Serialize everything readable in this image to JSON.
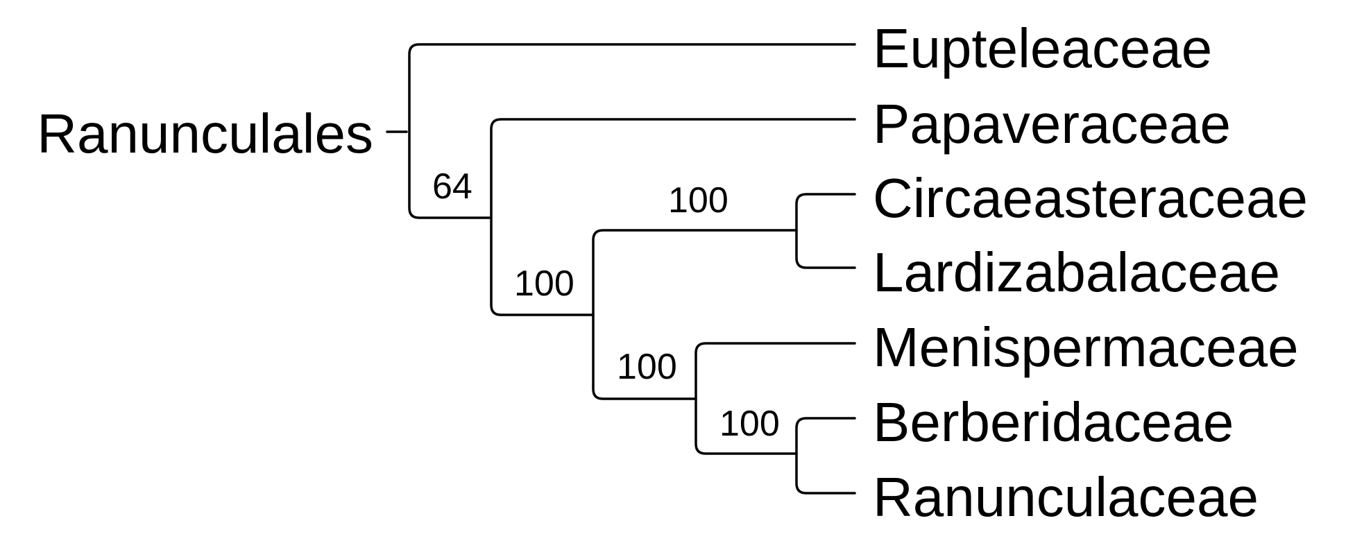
{
  "root_label": "Ranunculales",
  "taxa": [
    "Eupteleaceae",
    "Papaveraceae",
    "Circaeasteraceae",
    "Lardizabalaceae",
    "Menispermaceae",
    "Berberidaceae",
    "Ranunculaceae"
  ],
  "support_values": [
    "64",
    "100",
    "100",
    "100",
    "100"
  ],
  "colors": {
    "line": "#000000",
    "text": "#000000",
    "background": "#ffffff"
  }
}
